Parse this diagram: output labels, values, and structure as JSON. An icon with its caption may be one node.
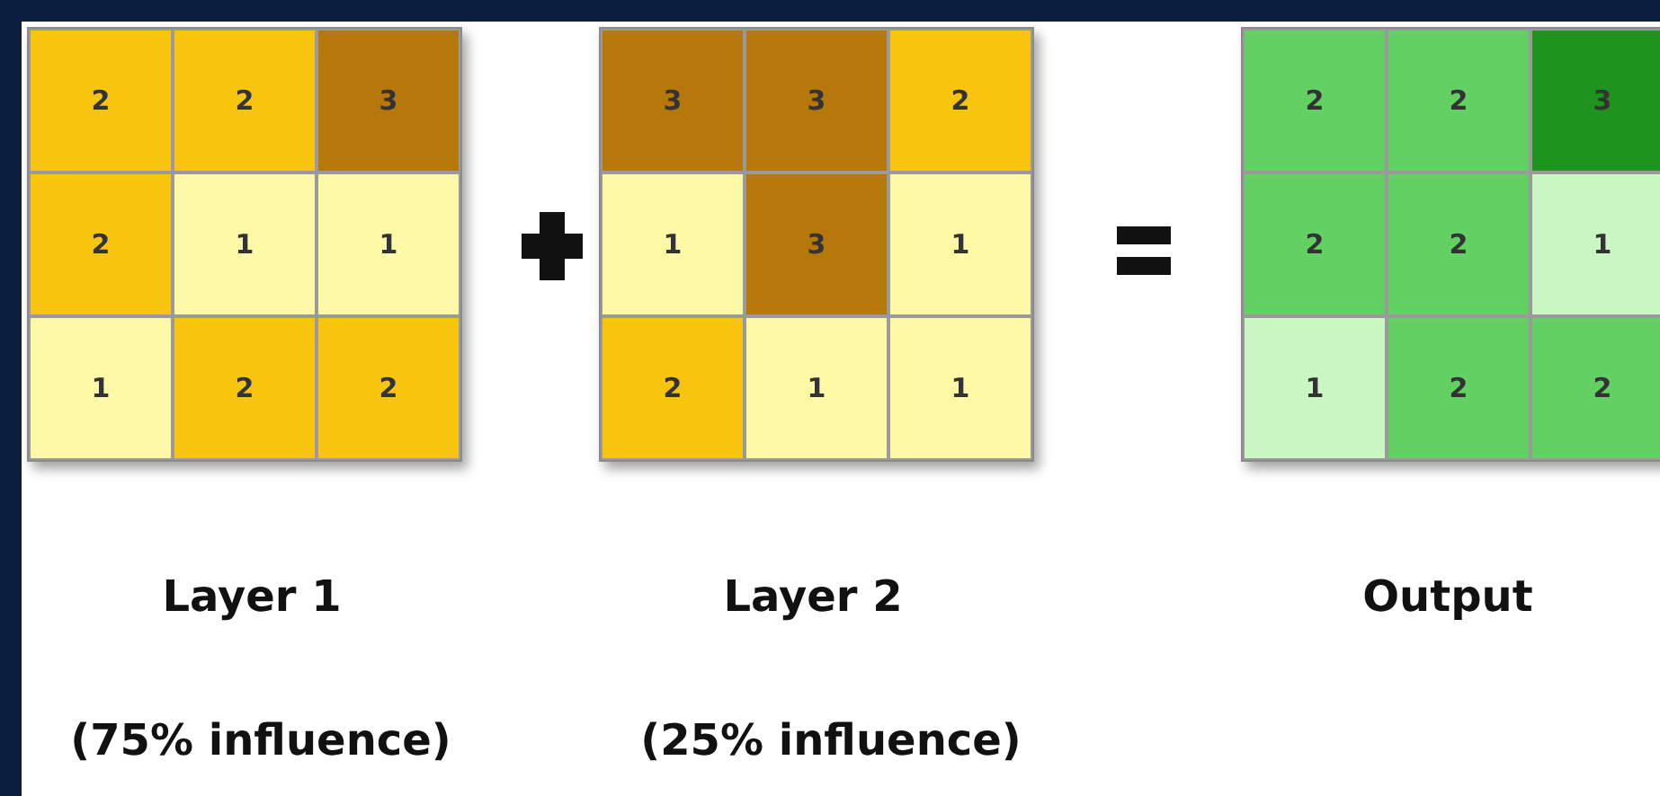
{
  "diagram": {
    "labels": [
      "2",
      "2",
      "3",
      "2",
      "1",
      "1",
      "1",
      "2",
      "2",
      "3",
      "3",
      "2",
      "1",
      "3",
      "1",
      "2",
      "1",
      "1",
      "2",
      "2",
      "3",
      "2",
      "2",
      "1",
      "1",
      "2",
      "2",
      "Layer 1",
      "Layer 2",
      "Output",
      "(75% influence)",
      "(25% influence)"
    ]
  }
}
